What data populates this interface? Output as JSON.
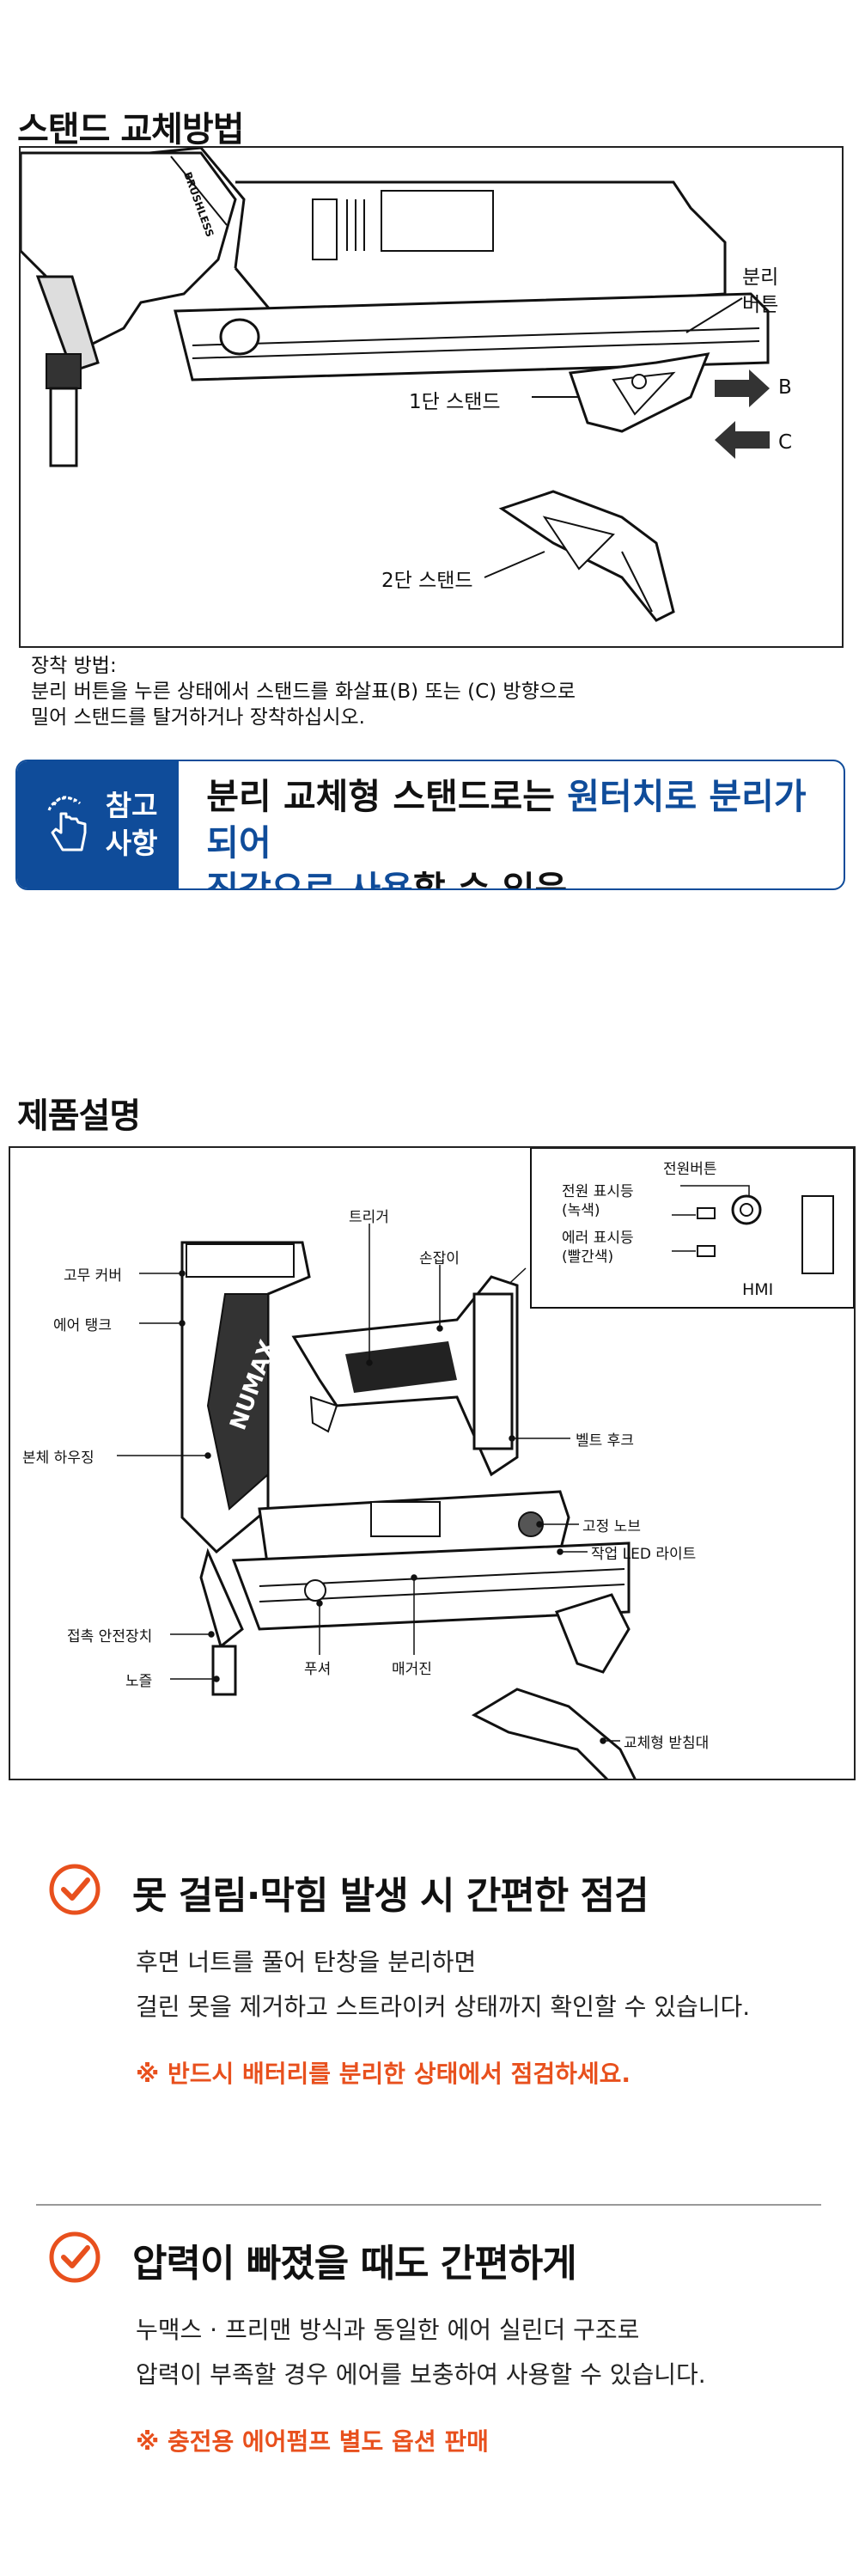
{
  "section1": {
    "title": "스탠드 교체방법",
    "labels": {
      "release_button": [
        "분리",
        "버튼"
      ],
      "stand1": "1단 스탠드",
      "stand2": "2단 스탠드",
      "arrow_b": "B",
      "arrow_c": "C"
    },
    "install_note": [
      "장착 방법:",
      "분리 버튼을 누른 상태에서 스탠드를 화살표(B) 또는 (C) 방향으로",
      "밀어 스탠드를 탈거하거나 장착하십시오."
    ]
  },
  "reference": {
    "badge": [
      "참고",
      "사항"
    ],
    "line1_plain": "분리 교체형 스탠드로는 ",
    "line1_blue": "원터치로 분리가 되어",
    "line2_blue": "직각으로 사용",
    "line2_plain": "할 수 있음."
  },
  "section2": {
    "title": "제품설명",
    "labels": {
      "rubber_cover": "고무 커버",
      "air_tank": "에어 탱크",
      "body_housing": "본체 하우징",
      "contact_safety": "접촉 안전장치",
      "nozzle": "노즐",
      "trigger": "트리거",
      "handle": "손잡이",
      "pusher": "푸셔",
      "magazine": "매거진",
      "belt_hook": "벨트 후크",
      "fixing_knob": "고정 노브",
      "work_led": "작업 LED 라이트",
      "stand": "교체형 받침대",
      "power_button": "전원버튼",
      "power_indicator": [
        "전원 표시등",
        "(녹색)"
      ],
      "error_indicator": [
        "에러 표시등",
        "(빨간색)"
      ],
      "hmi": "HMI"
    }
  },
  "feature1": {
    "title": "못 걸림·막힘 발생 시 간편한 점검",
    "lines": [
      "후면 너트를 풀어 탄창을 분리하면",
      "걸린 못을 제거하고 스트라이커 상태까지 확인할 수 있습니다."
    ],
    "warning": "※ 반드시 배터리를 분리한 상태에서 점검하세요."
  },
  "feature2": {
    "title": "압력이 빠졌을 때도 간편하게",
    "lines": [
      "누맥스 · 프리맨 방식과 동일한 에어 실린더 구조로",
      "압력이 부족할 경우 에어를 보충하여 사용할 수 있습니다."
    ],
    "warning": "※ 충전용 에어펌프 별도 옵션 판매"
  },
  "colors": {
    "accent_blue": "#0f4c9a",
    "accent_orange": "#e8501d"
  }
}
